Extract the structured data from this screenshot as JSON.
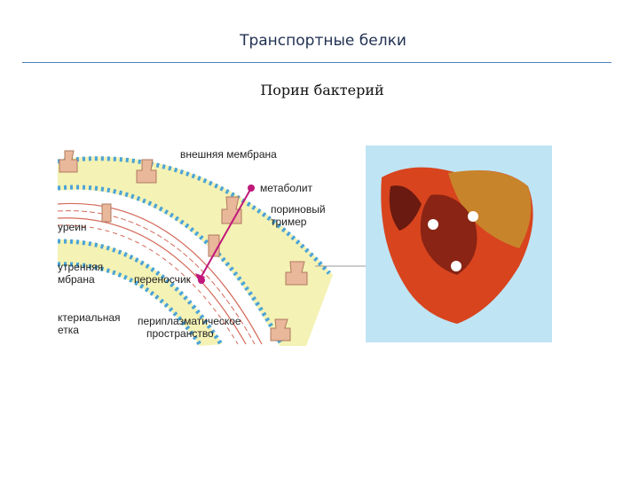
{
  "slide": {
    "title": "Транспортные белки",
    "subtitle": "Порин бактерий"
  },
  "figure": {
    "labels": {
      "outer_membrane": "внешняя мембрана",
      "metabolite": "метаболит",
      "porin_trimer_1": "пориновый",
      "porin_trimer_2": "тример",
      "murein": "уреин",
      "inner_membrane_1": "утренняя",
      "inner_membrane_2": "мбрана",
      "carrier": "переносчик",
      "cell_wall_1": "ктериальная",
      "cell_wall_2": "етка",
      "periplasmic_1": "периплазматическое",
      "periplasmic_2": "пространство"
    },
    "colors": {
      "membrane": "#f2f0a8",
      "lipid_head": "#4aa3d8",
      "protein": "#e9b79a",
      "mesh": "#d46a5a",
      "arrow": "#c0187a",
      "model_bg": "#bfe4f4",
      "model_red": "#d8441e",
      "model_dark": "#6a1a10",
      "model_orange": "#c8842a"
    }
  }
}
